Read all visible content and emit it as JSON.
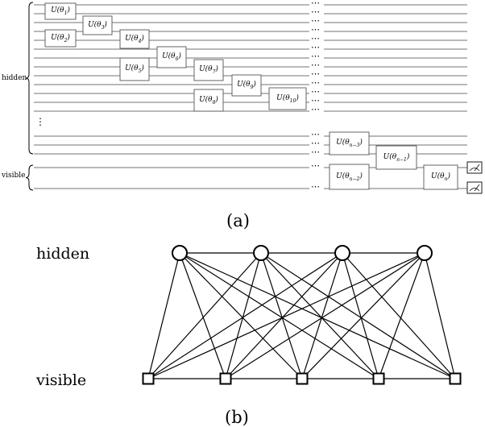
{
  "circuit": {
    "hidden_label": "hidden",
    "visible_label": "visible",
    "ellipsis_vertical": "⋮",
    "ellipsis_h": "⋯",
    "gates": [
      {
        "arg": "1"
      },
      {
        "arg": "2"
      },
      {
        "arg": "3"
      },
      {
        "arg": "4"
      },
      {
        "arg": "5"
      },
      {
        "arg": "6"
      },
      {
        "arg": "7"
      },
      {
        "arg": "8"
      },
      {
        "arg": "9"
      },
      {
        "arg": "10"
      },
      {
        "arg": "n−3"
      },
      {
        "arg": "n−2"
      },
      {
        "arg": "n−1"
      },
      {
        "arg": "n"
      }
    ],
    "caption": "(a)"
  },
  "network": {
    "hidden_label": "hidden",
    "visible_label": "visible",
    "hidden_node_count": 4,
    "visible_node_count": 5,
    "caption": "(b)"
  }
}
